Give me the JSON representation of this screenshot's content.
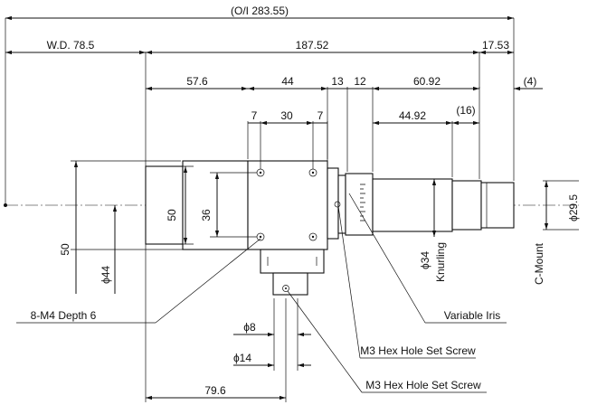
{
  "dimensions": {
    "oi": "(O/I 283.55)",
    "wd": "W.D. 78.5",
    "total": "187.52",
    "cmount_len": "17.53",
    "d576": "57.6",
    "d44": "44",
    "d13": "13",
    "d12": "12",
    "d6092": "60.92",
    "d4": "(4)",
    "d7a": "7",
    "d30": "30",
    "d7b": "7",
    "d4492": "44.92",
    "d16": "(16)",
    "h50_inner": "50",
    "h36": "36",
    "h50_outer": "50",
    "dia44": "ϕ44",
    "dia34": "ϕ34",
    "knurling": "Knurling",
    "cmount": "C-Mount",
    "dia295": "ϕ29.5",
    "dia8": "ϕ8",
    "dia14": "ϕ14",
    "d796": "79.6"
  },
  "callouts": {
    "tapped_holes": "8-M4 Depth 6",
    "variable_iris": "Variable Iris",
    "set_screw_1": "M3 Hex Hole Set Screw",
    "set_screw_2": "M3 Hex Hole Set Screw"
  }
}
